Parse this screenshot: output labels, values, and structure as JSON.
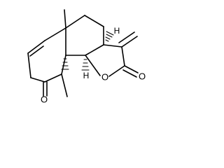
{
  "atoms": {
    "ring_oxygen": "O",
    "lactone_carbonyl_oxygen": "O",
    "ketone_oxygen": "O",
    "hydrogen_top": "H",
    "hydrogen_bottom": "H"
  },
  "colors": {
    "bond": "#000000",
    "background": "#ffffff"
  }
}
